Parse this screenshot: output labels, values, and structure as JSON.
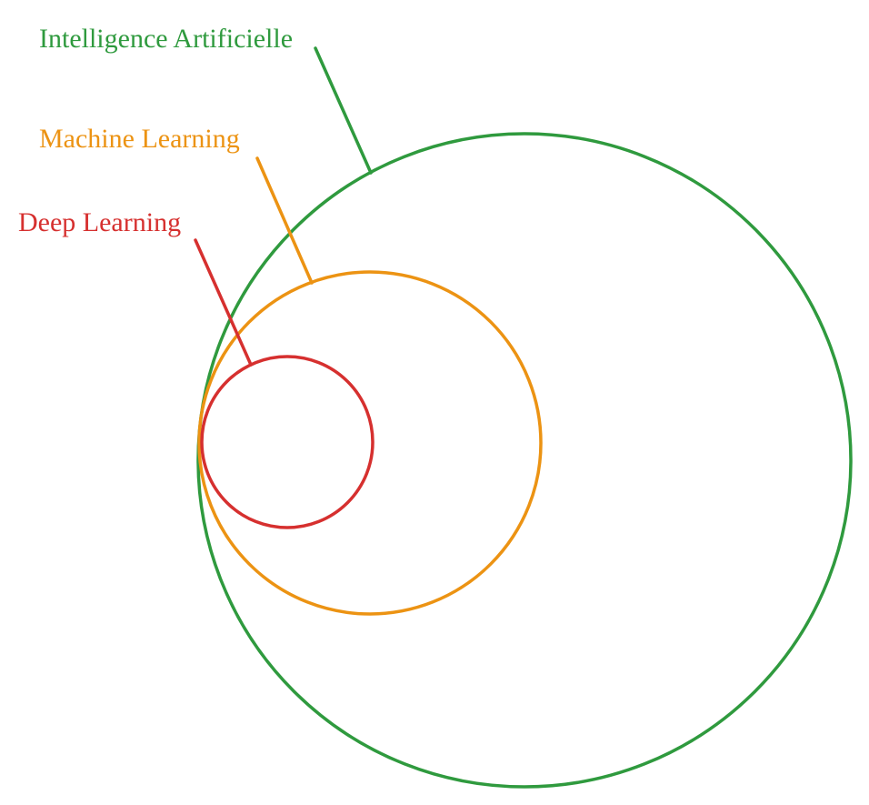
{
  "colors": {
    "ai": "#2f9a3e",
    "ml": "#ec9313",
    "dl": "#d6302f"
  },
  "labels": {
    "ai": "Intelligence Artificielle",
    "ml": "Machine Learning",
    "dl": "Deep Learning"
  }
}
